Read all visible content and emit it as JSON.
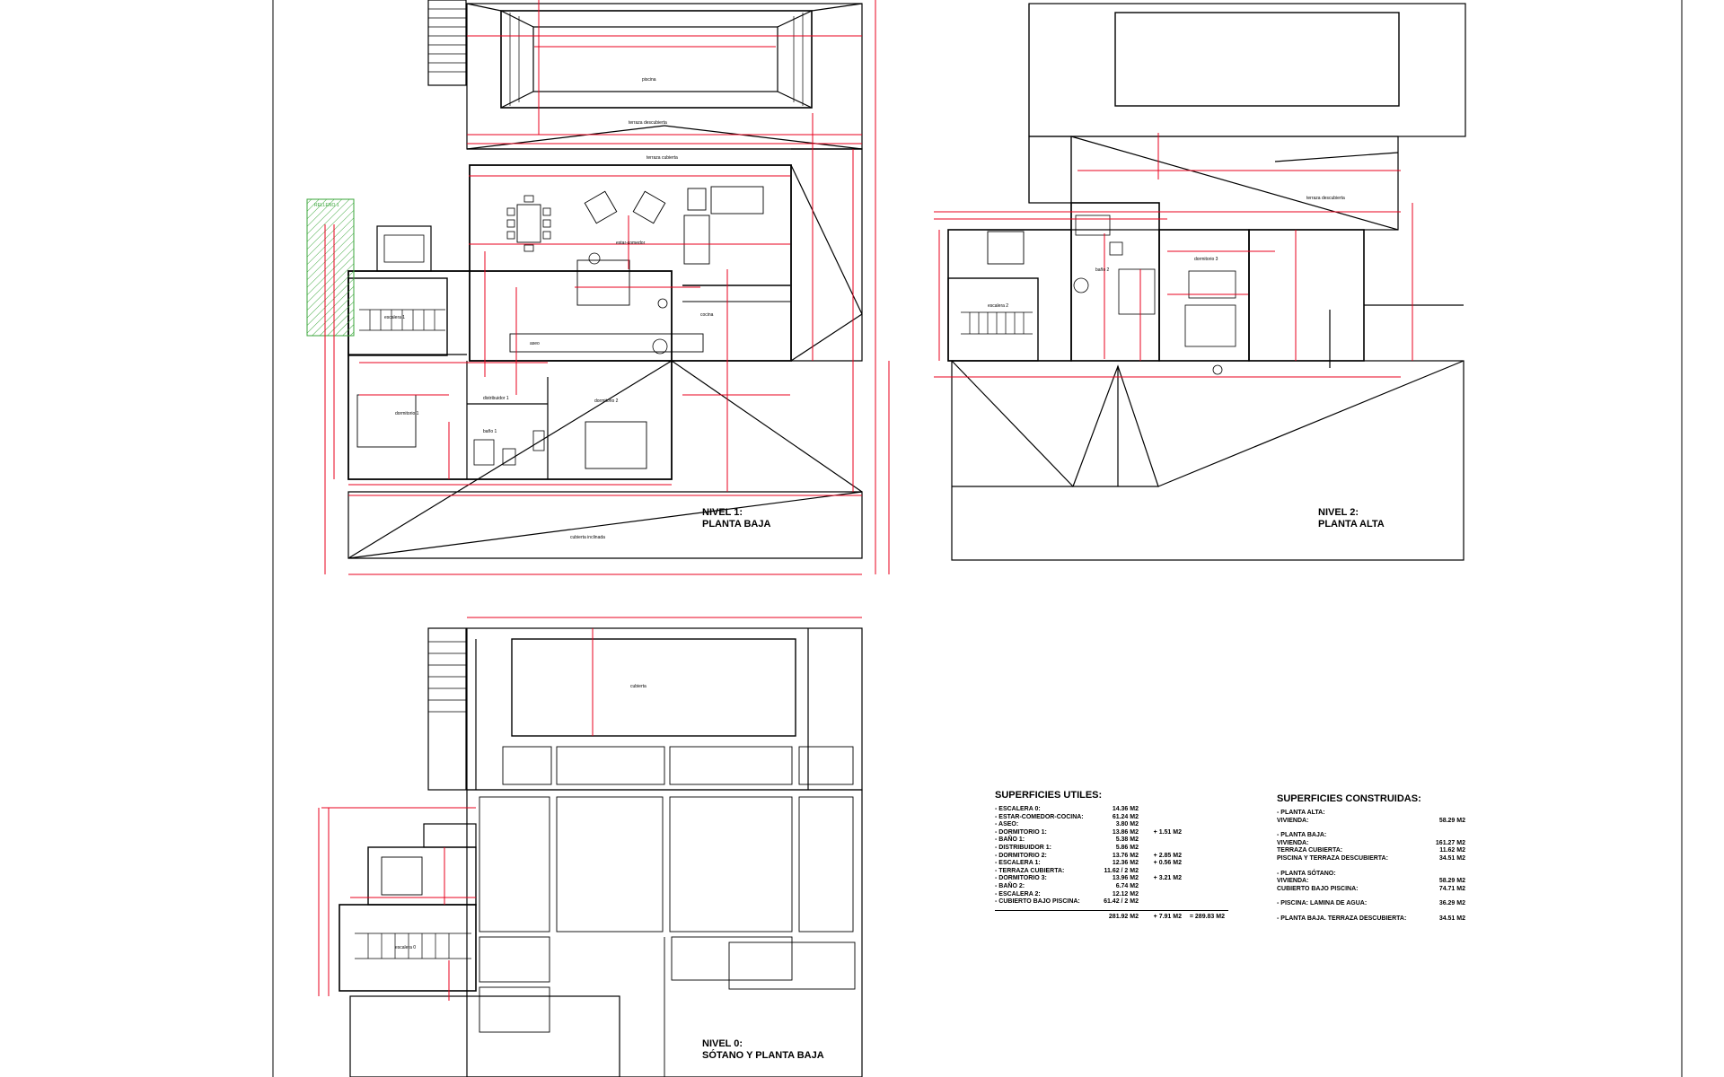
{
  "levels": {
    "level1": {
      "title": "NIVEL 1:",
      "subtitle": "PLANTA BAJA"
    },
    "level2": {
      "title": "NIVEL 2:",
      "subtitle": "PLANTA ALTA"
    },
    "level0": {
      "title": "NIVEL 0:",
      "subtitle": "SÓTANO Y PLANTA BAJA"
    }
  },
  "room_labels": {
    "piscina": "piscina",
    "terraza_descubierta": "terraza descubierta",
    "terraza_cubierta": "terraza cubierta",
    "relleno": "RELLENO 1",
    "estar_comedor": "estar-comedor",
    "cocina": "cocina",
    "escalera_1": "escalera 1",
    "dormitorio_1": "dormitorio 1",
    "distribuidor_1": "distribuidor 1",
    "bano_1": "baño 1",
    "dormitorio_2": "dormitorio 2",
    "aseo": "aseo",
    "cubierta_inclinada": "cubierta inclinada",
    "terraza_descubierta_2": "terraza descubierta",
    "escalera_2": "escalera 2",
    "bano_2": "baño 2",
    "dormitorio_3": "dormitorio 3",
    "cubierta": "cubierta",
    "escalera_0": "escalera 0"
  },
  "superficies_utiles": {
    "title": "SUPERFICIES UTILES:",
    "rows": [
      {
        "label": "- ESCALERA 0:",
        "v1": "14.36 M2",
        "v2": ""
      },
      {
        "label": "- ESTAR-COMEDOR-COCINA:",
        "v1": "61.24 M2",
        "v2": ""
      },
      {
        "label": "- ASEO:",
        "v1": "3.80 M2",
        "v2": ""
      },
      {
        "label": "- DORMITORIO 1:",
        "v1": "13.86 M2",
        "v2": "+ 1.51 M2"
      },
      {
        "label": "- BAÑO 1:",
        "v1": "5.38 M2",
        "v2": ""
      },
      {
        "label": "- DISTRIBUIDOR 1:",
        "v1": "5.86 M2",
        "v2": ""
      },
      {
        "label": "- DORMITORIO 2:",
        "v1": "13.76 M2",
        "v2": "+ 2.85 M2"
      },
      {
        "label": "- ESCALERA 1:",
        "v1": "12.36 M2",
        "v2": "+ 0.56 M2"
      },
      {
        "label": "- TERRAZA CUBIERTA:",
        "v1": "11.62 / 2 M2",
        "v2": ""
      },
      {
        "label": "- DORMITORIO 3:",
        "v1": "13.96 M2",
        "v2": "+ 3.21 M2"
      },
      {
        "label": "- BAÑO 2:",
        "v1": "6.74 M2",
        "v2": ""
      },
      {
        "label": "- ESCALERA 2:",
        "v1": "12.12 M2",
        "v2": ""
      },
      {
        "label": "- CUBIERTO BAJO PISCINA:",
        "v1": "61.42 / 2 M2",
        "v2": ""
      }
    ],
    "total_1": "281.92 M2",
    "total_2": "+ 7.91 M2",
    "total_3": "= 289.83 M2"
  },
  "superficies_construidas": {
    "title": "SUPERFICIES CONSTRUIDAS:",
    "groups": [
      {
        "rows": [
          {
            "label": "- PLANTA ALTA:",
            "v": ""
          },
          {
            "label": "VIVIENDA:",
            "v": "58.29 M2"
          }
        ]
      },
      {
        "rows": [
          {
            "label": "- PLANTA BAJA:",
            "v": ""
          },
          {
            "label": "VIVIENDA:",
            "v": "161.27 M2"
          },
          {
            "label": "TERRAZA CUBIERTA:",
            "v": "11.62 M2"
          },
          {
            "label": "PISCINA Y TERRAZA DESCUBIERTA:",
            "v": "34.51 M2"
          }
        ]
      },
      {
        "rows": [
          {
            "label": "- PLANTA SÓTANO:",
            "v": ""
          },
          {
            "label": "VIVIENDA:",
            "v": "58.29 M2"
          },
          {
            "label": "CUBIERTO BAJO PISCINA:",
            "v": "74.71 M2"
          }
        ]
      },
      {
        "rows": [
          {
            "label": "- PISCINA: LAMINA DE AGUA:",
            "v": "36.29 M2"
          }
        ]
      },
      {
        "rows": [
          {
            "label": "- PLANTA BAJA. TERRAZA DESCUBIERTA:",
            "v": "34.51 M2"
          }
        ]
      }
    ]
  },
  "colors": {
    "dimension": "#e8001c",
    "line": "#000000",
    "fill_hatch": "#3aa63a"
  }
}
